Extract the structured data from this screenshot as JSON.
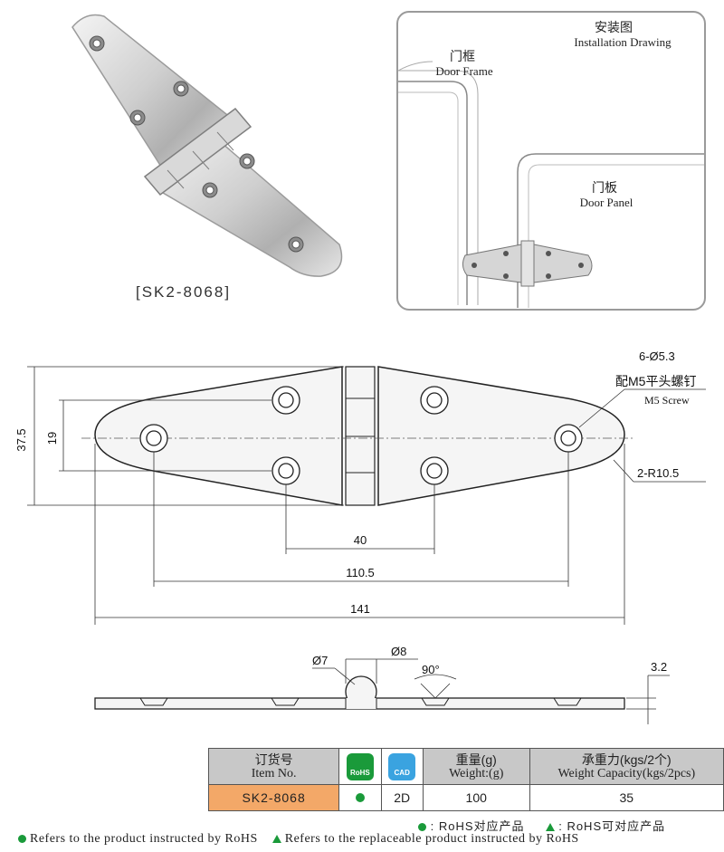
{
  "product": {
    "code_label": "[SK2-8068]"
  },
  "install": {
    "title_cn": "安装图",
    "title_en": "Installation Drawing",
    "frame_cn": "门框",
    "frame_en": "Door Frame",
    "panel_cn": "门板",
    "panel_en": "Door Panel"
  },
  "drawing": {
    "dim_height": "37.5",
    "dim_hole_span": "19",
    "dim_hole_spacing": "40",
    "dim_outer_holes": "110.5",
    "dim_length": "141",
    "hole_note": "6-Ø5.3",
    "screw_cn": "配M5平头螺钉",
    "screw_en": "M5 Screw",
    "radius_note": "2-R10.5",
    "dim_pin": "Ø7",
    "dim_knuckle": "Ø8",
    "dim_angle": "90°",
    "dim_thickness": "3.2"
  },
  "table": {
    "headers": {
      "item_cn": "订货号",
      "item_en": "Item No.",
      "rohs_badge": "RoHS",
      "cad_badge": "CAD",
      "weight_cn": "重量(g)",
      "weight_en": "Weight:(g)",
      "capacity_cn": "承重力(kgs/2个)",
      "capacity_en": "Weight Capacity(kgs/2pcs)"
    },
    "row": {
      "item": "SK2-8068",
      "cad": "2D",
      "weight": "100",
      "capacity": "35"
    }
  },
  "legend": {
    "rohs_cn": ": RoHS对应产品",
    "replaceable_cn": ": RoHS可对应产品",
    "rohs_en": "Refers to the product instructed by RoHS",
    "replaceable_en": "Refers to the replaceable product instructed by RoHS"
  },
  "colors": {
    "rohs_green": "#1a9a3a",
    "item_highlight": "#f3a868",
    "header_gray": "#c8c8c8"
  }
}
